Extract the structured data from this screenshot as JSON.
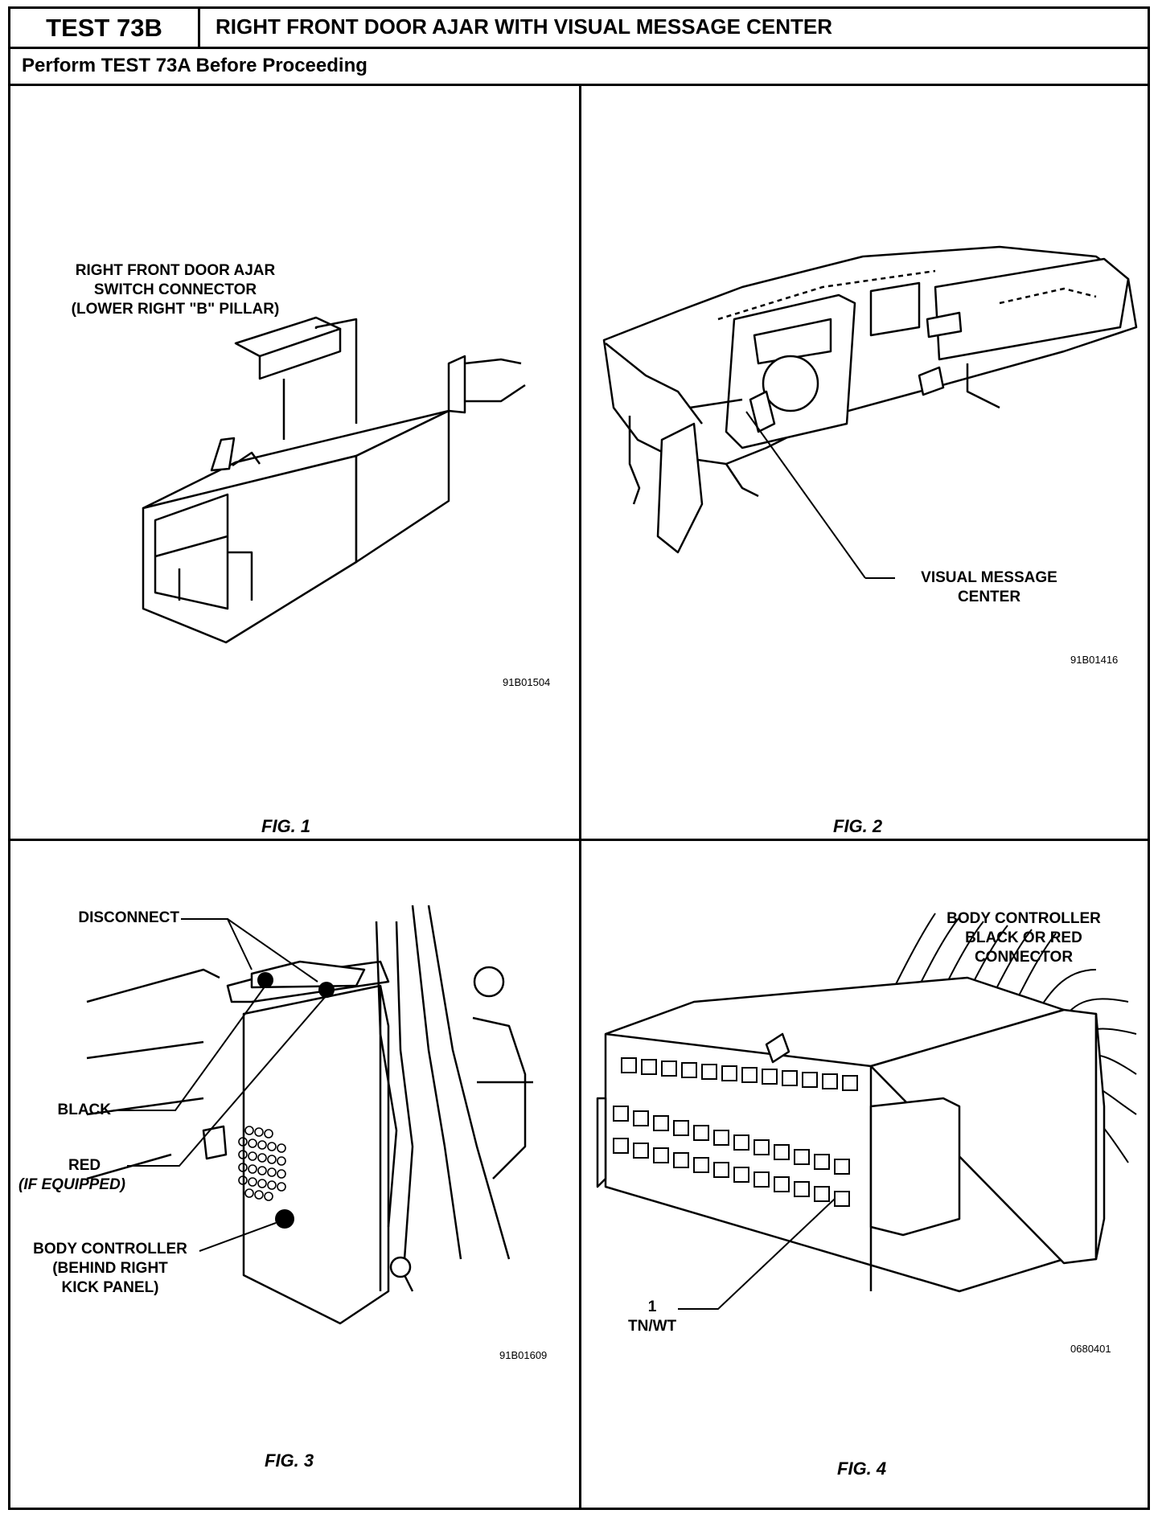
{
  "header": {
    "test_id": "TEST 73B",
    "title": "RIGHT FRONT DOOR AJAR WITH VISUAL MESSAGE CENTER",
    "prerequisite": "Perform TEST 73A Before Proceeding"
  },
  "fig1": {
    "label_line1": "RIGHT FRONT DOOR AJAR",
    "label_line2": "SWITCH CONNECTOR",
    "label_line3": "(LOWER RIGHT \"B\" PILLAR)",
    "code": "91B01504",
    "caption": "FIG. 1"
  },
  "fig2": {
    "label_line1": "VISUAL MESSAGE",
    "label_line2": "CENTER",
    "code": "91B01416",
    "caption": "FIG. 2"
  },
  "fig3": {
    "disconnect": "DISCONNECT",
    "black": "BLACK",
    "red": "RED",
    "red_note": "(IF EQUIPPED)",
    "body_line1": "BODY CONTROLLER",
    "body_line2": "(BEHIND RIGHT",
    "body_line3": "KICK PANEL)",
    "code": "91B01609",
    "caption": "FIG. 3"
  },
  "fig4": {
    "label_line1": "BODY CONTROLLER",
    "label_line2": "BLACK OR RED",
    "label_line3": "CONNECTOR",
    "pin_number": "1",
    "pin_wire": "TN/WT",
    "code": "0680401",
    "caption": "FIG. 4"
  }
}
